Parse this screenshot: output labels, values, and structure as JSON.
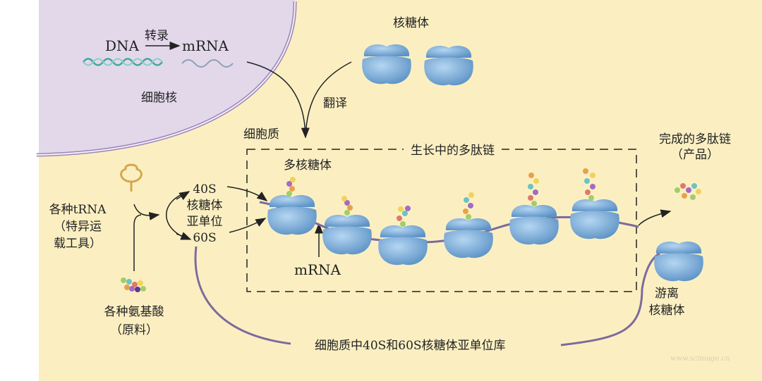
{
  "nucleus": {
    "dna": "DNA",
    "transcription": "转录",
    "mrna": "mRNA",
    "label": "细胞核"
  },
  "ribosome_label": "核糖体",
  "translation": "翻译",
  "cytoplasm": "细胞质",
  "growing_chain": "生长中的多肽链",
  "polysome": "多核糖体",
  "completed": {
    "line1": "完成的多肽链",
    "line2": "（产品）"
  },
  "trna": {
    "line1": "各种tRNA",
    "line2": "（特异运",
    "line3": "载工具）"
  },
  "subunits": {
    "s40": "40S",
    "line1": "核糖体",
    "line2": "亚单位",
    "s60": "60S"
  },
  "mrna_label": "mRNA",
  "amino_acids": {
    "line1": "各种氨基酸",
    "line2": "（原料）"
  },
  "free_ribosome": {
    "line1": "游离",
    "line2": "核糖体"
  },
  "pool": "细胞质中40S和60S核糖体亚单位库",
  "watermark": "www.scimage.cn",
  "colors": {
    "cytoplasm": "#fbefc2",
    "nucleus": "#e3d8ea",
    "ribosome": "#7fb2de",
    "membrane": "#9b86b8"
  }
}
